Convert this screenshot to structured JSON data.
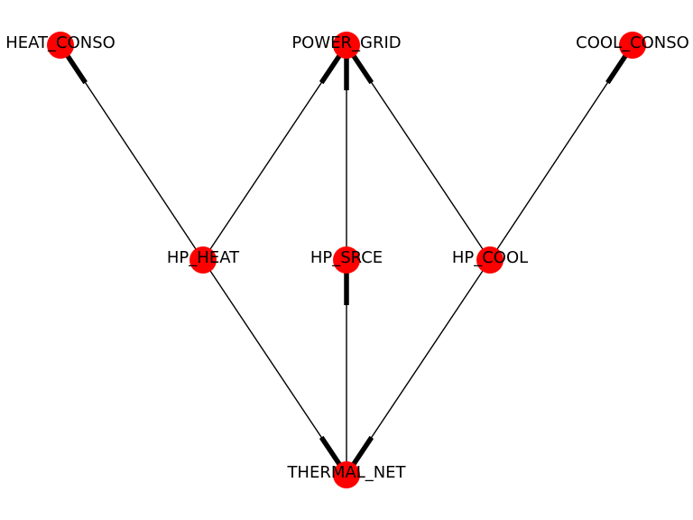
{
  "colors": {
    "node": "#ff0000",
    "edge": "#000000",
    "background": "#ffffff"
  },
  "nodes": [
    {
      "id": "HEAT_CONSO",
      "label": "HEAT_CONSO"
    },
    {
      "id": "POWER_GRID",
      "label": "POWER_GRID"
    },
    {
      "id": "COOL_CONSO",
      "label": "COOL_CONSO"
    },
    {
      "id": "HP_HEAT",
      "label": "HP_HEAT"
    },
    {
      "id": "HP_SRCE",
      "label": "HP_SRCE"
    },
    {
      "id": "HP_COOL",
      "label": "HP_COOL"
    },
    {
      "id": "THERMAL_NET",
      "label": "THERMAL_NET"
    }
  ],
  "edges": [
    {
      "source": "HP_HEAT",
      "target": "HEAT_CONSO"
    },
    {
      "source": "HP_HEAT",
      "target": "POWER_GRID"
    },
    {
      "source": "HP_SRCE",
      "target": "POWER_GRID"
    },
    {
      "source": "HP_COOL",
      "target": "POWER_GRID"
    },
    {
      "source": "HP_COOL",
      "target": "COOL_CONSO"
    },
    {
      "source": "HP_HEAT",
      "target": "THERMAL_NET"
    },
    {
      "source": "THERMAL_NET",
      "target": "HP_SRCE"
    },
    {
      "source": "HP_COOL",
      "target": "THERMAL_NET"
    }
  ]
}
